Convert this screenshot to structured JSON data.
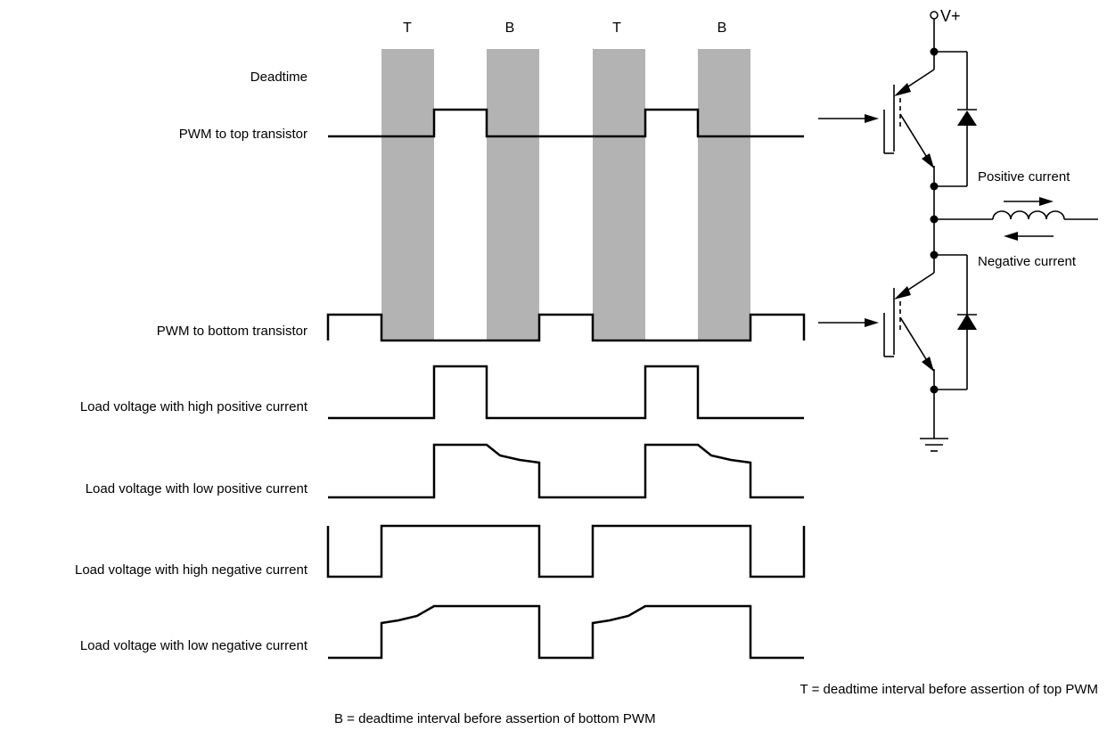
{
  "interval_headers": [
    "T",
    "B",
    "T",
    "B"
  ],
  "rows": {
    "deadtime": "Deadtime",
    "pwm_top": "PWM to top transistor",
    "pwm_bottom": "PWM to bottom transistor",
    "load_high_pos": "Load voltage with high positive current",
    "load_low_pos": "Load voltage with low positive current",
    "load_high_neg": "Load voltage with high negative current",
    "load_low_neg": "Load voltage with low negative current"
  },
  "circuit": {
    "supply": "V+",
    "positive_current": "Positive current",
    "negative_current": "Negative current"
  },
  "legend": {
    "t_note": "T = deadtime interval before assertion of top PWM",
    "b_note": "B = deadtime interval before assertion of bottom PWM"
  },
  "colors": {
    "deadtime_band": "#b3b3b3",
    "line": "#000000",
    "background": "#ffffff"
  }
}
